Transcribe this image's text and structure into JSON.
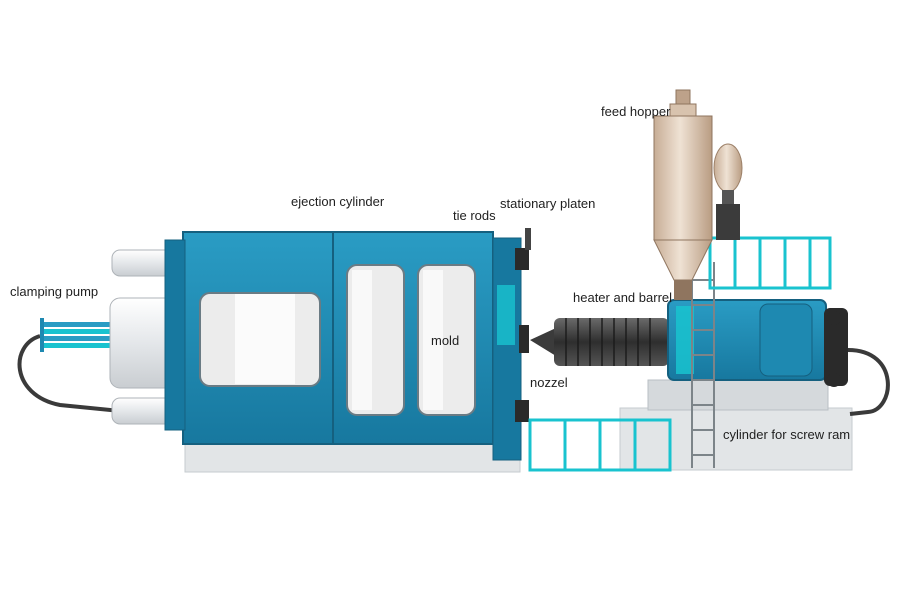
{
  "labels": {
    "clamping_pump": "clamping pump",
    "ejection_cylinder": "ejection cylinder",
    "tie_rods": "tie rods",
    "stationary_platen": "stationary platen",
    "feed_hopper": "feed hopper",
    "heater_and_barrel": "heater and barrel",
    "mold": "mold",
    "nozzel": "nozzel",
    "cylinder_for_screw_ram": "cylinder for screw ram"
  },
  "colors": {
    "machine_blue": "#1e89b1",
    "machine_blue_dark": "#15607f",
    "accent_cyan": "#19c3cf",
    "window_fill": "#ececec",
    "base_gray": "#e2e5e7",
    "barrel_dark": "#3b3b3b",
    "hopper_tan": "#d8c3ae",
    "hose_dark": "#3a3a3a"
  }
}
